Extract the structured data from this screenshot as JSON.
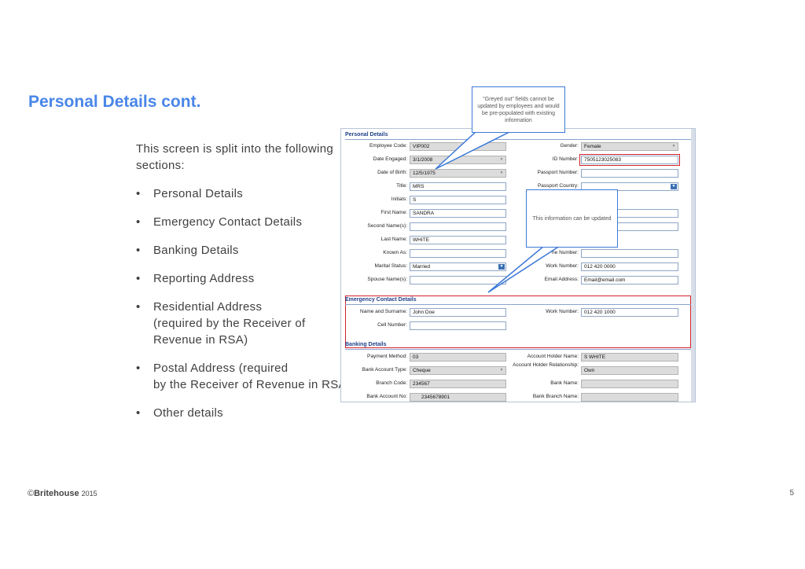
{
  "slide": {
    "title": "Personal Details cont.",
    "intro": "This screen is split into the following sections:",
    "bullets": [
      {
        "l1": "Personal Details",
        "l2": ""
      },
      {
        "l1": "Emergency Contact Details",
        "l2": ""
      },
      {
        "l1": "Banking Details",
        "l2": ""
      },
      {
        "l1": "Reporting Address",
        "l2": ""
      },
      {
        "l1": "Residential Address",
        "l2": "(required by the Receiver of Revenue in RSA)"
      },
      {
        "l1": "Postal Address (required",
        "l2": "by the Receiver of Revenue in RSA)"
      },
      {
        "l1": "Other details",
        "l2": ""
      }
    ],
    "footer_logo_prefix": "©",
    "footer_logo_brand": "Britehouse",
    "footer_logo_year": "2015",
    "page_number": "5"
  },
  "callouts": {
    "greyed": "\"Greyed out\" fields cannot be updated by employees and would be pre-populated with existing information",
    "updated": "This information can be updated"
  },
  "form": {
    "sections": {
      "personal": "Personal Details",
      "emergency": "Emergency Contact Details",
      "banking": "Banking Details"
    },
    "personal_left": [
      {
        "label": "Employee Code:",
        "value": "VIP002"
      },
      {
        "label": "Date Engaged:",
        "value": "3/1/2008"
      },
      {
        "label": "Date of Birth:",
        "value": "12/5/1975"
      },
      {
        "label": "Title:",
        "value": "MRS"
      },
      {
        "label": "Initials:",
        "value": "S"
      },
      {
        "label": "First Name:",
        "value": "SANDRA"
      },
      {
        "label": "Second Name(s):",
        "value": ""
      },
      {
        "label": "Last Name:",
        "value": "WHITE"
      },
      {
        "label": "Known As:",
        "value": ""
      },
      {
        "label": "Marital Status:",
        "value": "Married"
      },
      {
        "label": "Spouse Name(s):",
        "value": ""
      }
    ],
    "personal_right": [
      {
        "label": "Gender:",
        "value": "Female"
      },
      {
        "label": "ID Number:",
        "value": "7505123025083"
      },
      {
        "label": "Passport Number:",
        "value": ""
      },
      {
        "label": "Passport Country:",
        "value": ""
      },
      {
        "label": "ne Number:",
        "value": ""
      },
      {
        "label": "Work Number:",
        "value": "012 420 0000"
      },
      {
        "label": "Email Address:",
        "value": "Email@email.com"
      }
    ],
    "emergency": {
      "name_label": "Name and Surname:",
      "name_value": "John Doe",
      "cell_label": "Cell Number:",
      "cell_value": "",
      "work_label": "Work Number:",
      "work_value": "012 420 1000"
    },
    "banking_left": [
      {
        "label": "Payment Method:",
        "value": "03"
      },
      {
        "label": "Bank Account Type:",
        "value": "Cheque"
      },
      {
        "label": "Branch Code:",
        "value": "234567"
      },
      {
        "label": "Bank Account No:",
        "value": "2345678901"
      }
    ],
    "banking_right": [
      {
        "label": "Account Holder Name:",
        "value": "S WHITE"
      },
      {
        "label": "Account Holder Relationship:",
        "value": "Own"
      },
      {
        "label": "Bank Name:",
        "value": ""
      },
      {
        "label": "Bank Branch Name:",
        "value": ""
      }
    ]
  },
  "colors": {
    "title": "#4a86e8",
    "highlight": "#d0222b",
    "callout_border": "#3c78d8"
  }
}
